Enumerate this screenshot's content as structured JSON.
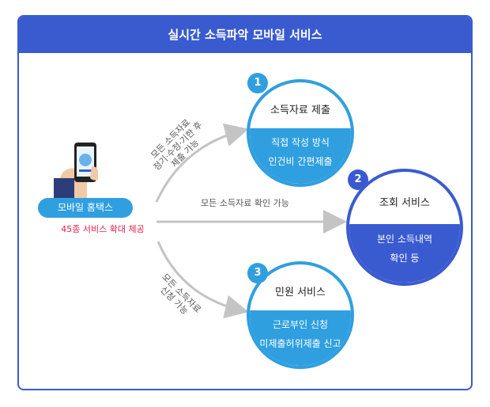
{
  "header": {
    "title": "실시간 소득파악 모바일 서비스"
  },
  "source": {
    "label": "모바일 홈택스",
    "note": "45종 서비스 확대  제공"
  },
  "arrows": {
    "top": [
      "모든 소득자료",
      "정기·수정·기한 후",
      "제출 가능"
    ],
    "middle": "모든 소득자료 확인 가능",
    "bottom": [
      "모든 소득자료",
      "신청 가능"
    ]
  },
  "services": [
    {
      "number": "1",
      "title": "소득자료 제출",
      "lines": [
        "직접 작성 방식",
        "인건비 간편제출"
      ]
    },
    {
      "number": "2",
      "title": "조회 서비스",
      "lines": [
        "본인 소득내역",
        "확인  등"
      ]
    },
    {
      "number": "3",
      "title": "민원 서비스",
      "lines": [
        "근로부인 신청",
        "미제출허위제출 신고"
      ]
    }
  ],
  "colors": {
    "primary": "#3a5bd0",
    "secondary": "#2f9fe0",
    "accent_text": "#e0204a",
    "arrow": "#c4c4c4"
  },
  "icons": {
    "phone": "smartphone-in-hand-icon"
  }
}
